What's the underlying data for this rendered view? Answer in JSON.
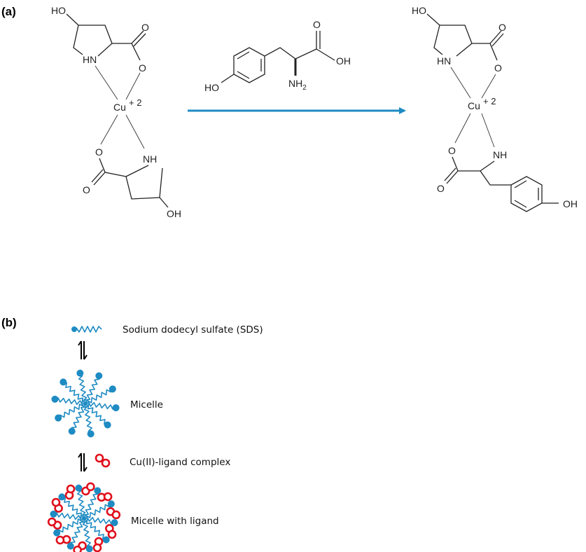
{
  "panel_a": {
    "label": "(a)",
    "reactant": {
      "ho_top": "HO",
      "o_top_dbl": "O",
      "hn_top": "HN",
      "o_top": "O",
      "cu": "Cu",
      "charge": "+ 2",
      "o_bottom": "O",
      "nh_bottom": "NH",
      "o_bottom_dbl": "O",
      "oh_bottom": "OH"
    },
    "reagent": {
      "o": "O",
      "oh": "OH",
      "ho": "HO",
      "nh2": "NH",
      "nh2_sub": "2"
    },
    "product": {
      "ho_top": "HO",
      "o_top_dbl": "O",
      "hn_top": "HN",
      "o_top": "O",
      "cu": "Cu",
      "charge": "+ 2",
      "o_bottom": "O",
      "nh_bottom": "NH",
      "o_bottom_dbl": "O",
      "oh_phenol": "OH"
    },
    "arrow_color": "#1e8bc3"
  },
  "panel_b": {
    "label": "(b)",
    "items": {
      "sds": "Sodium dodecyl sulfate (SDS)",
      "micelle": "Micelle",
      "complex": "Cu(II)-ligand complex",
      "micelle_ligand": "Micelle with ligand"
    },
    "surfactant_color": "#1e8bc3",
    "ligand_color": "#e0101c"
  }
}
